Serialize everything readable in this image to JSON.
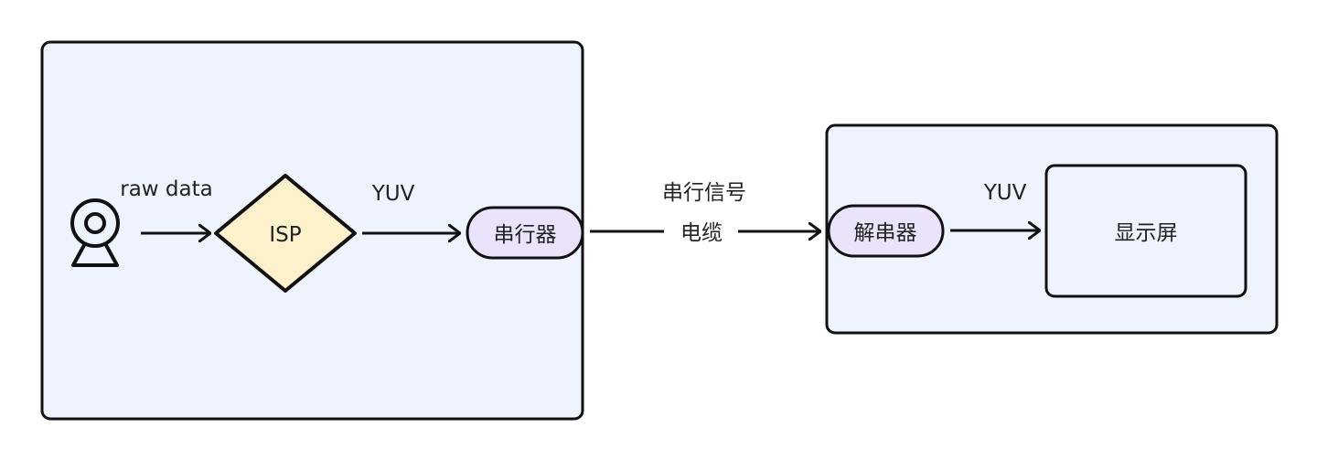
{
  "colors": {
    "stroke": "#111111",
    "container_fill": "#eff3fd",
    "isp_fill": "#fdf1cc",
    "pill_fill": "#ebe3fb",
    "display_fill": "#eff3fd",
    "text": "#222222"
  },
  "icons": {
    "camera": "webcam-icon"
  },
  "labels": {
    "raw_data": "raw data",
    "isp": "ISP",
    "yuv_left": "YUV",
    "serializer": "串行器",
    "signal_line1": "串行信号",
    "signal_line2": "电缆",
    "deserializer": "解串器",
    "yuv_right": "YUV",
    "display": "显示屏"
  }
}
